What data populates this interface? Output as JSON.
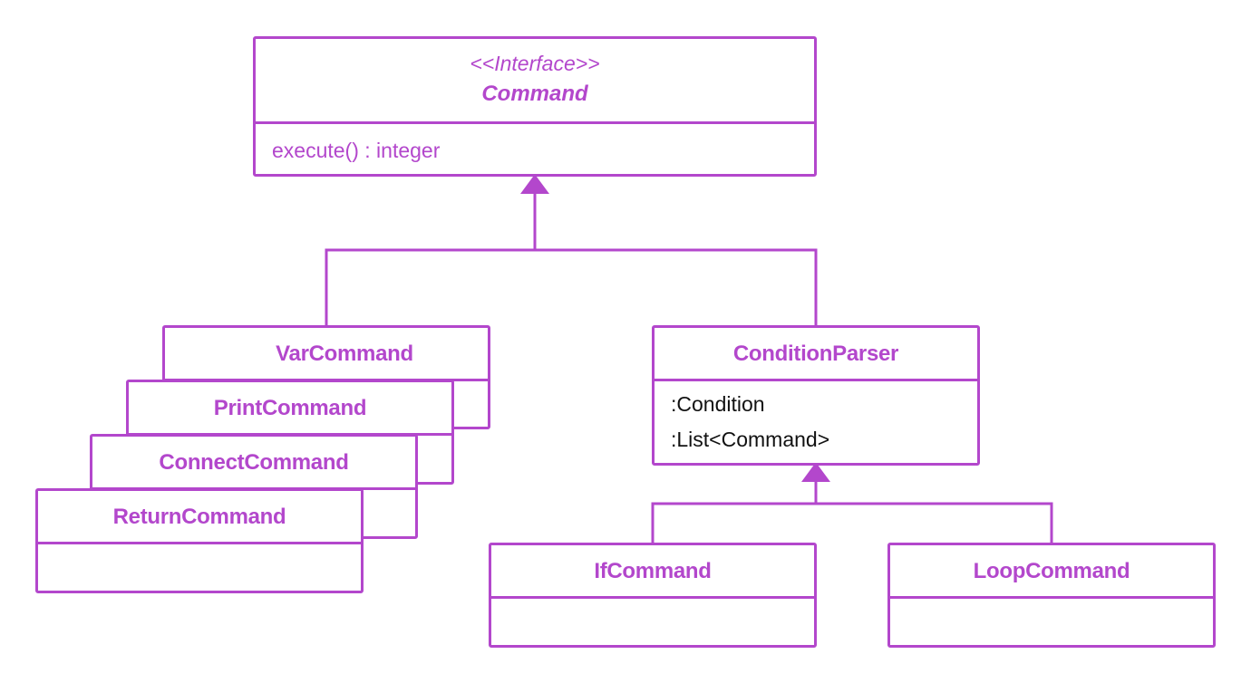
{
  "colors": {
    "stroke": "#b347cc",
    "text": "#b347cc",
    "attr_text": "#111111",
    "background": "#ffffff"
  },
  "interface": {
    "stereotype": "<<Interface>>",
    "name": "Command",
    "method": "execute() : integer"
  },
  "stacked_classes": [
    {
      "name": "VarCommand"
    },
    {
      "name": "PrintCommand"
    },
    {
      "name": "ConnectCommand"
    },
    {
      "name": "ReturnCommand"
    }
  ],
  "condition_parser": {
    "name": "ConditionParser",
    "attributes": [
      ":Condition",
      ":List<Command>"
    ]
  },
  "subclasses": [
    {
      "name": "IfCommand"
    },
    {
      "name": "LoopCommand"
    }
  ]
}
